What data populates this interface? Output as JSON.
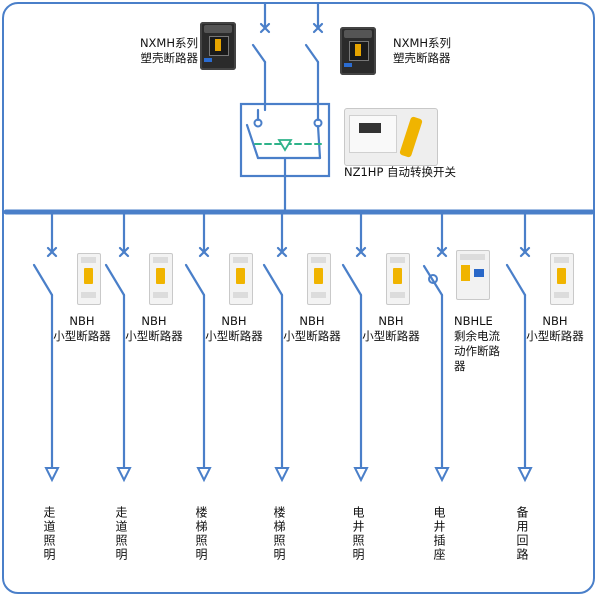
{
  "title_top": "",
  "mccb_left": {
    "line1": "NXMH系列",
    "line2": "塑壳断路器"
  },
  "mccb_right": {
    "line1": "NXMH系列",
    "line2": "塑壳断路器"
  },
  "ats": {
    "label": "NZ1HP  自动转换开关"
  },
  "branches": [
    {
      "type": "mcb",
      "name1": "NBH",
      "name2": "小型断路器",
      "name3": "",
      "name4": "",
      "load": "走道照明"
    },
    {
      "type": "mcb",
      "name1": "NBH",
      "name2": "小型断路器",
      "name3": "",
      "name4": "",
      "load": "走道照明"
    },
    {
      "type": "mcb",
      "name1": "NBH",
      "name2": "小型断路器",
      "name3": "",
      "name4": "",
      "load": "楼梯照明"
    },
    {
      "type": "mcb",
      "name1": "NBH",
      "name2": "小型断路器",
      "name3": "",
      "name4": "",
      "load": "楼梯照明"
    },
    {
      "type": "mcb",
      "name1": "NBH",
      "name2": "小型断路器",
      "name3": "",
      "name4": "",
      "load": "电井照明"
    },
    {
      "type": "rcbo",
      "name1": "NBHLE",
      "name2": "剩余电流",
      "name3": "动作断路",
      "name4": "器",
      "load": "电井插座"
    },
    {
      "type": "mcb",
      "name1": "NBH",
      "name2": "小型断路器",
      "name3": "",
      "name4": "",
      "load": "备用回路"
    }
  ],
  "colors": {
    "line": "#4a7fc9",
    "dashed": "#2fb38a",
    "frame": "#4a7fc9"
  }
}
